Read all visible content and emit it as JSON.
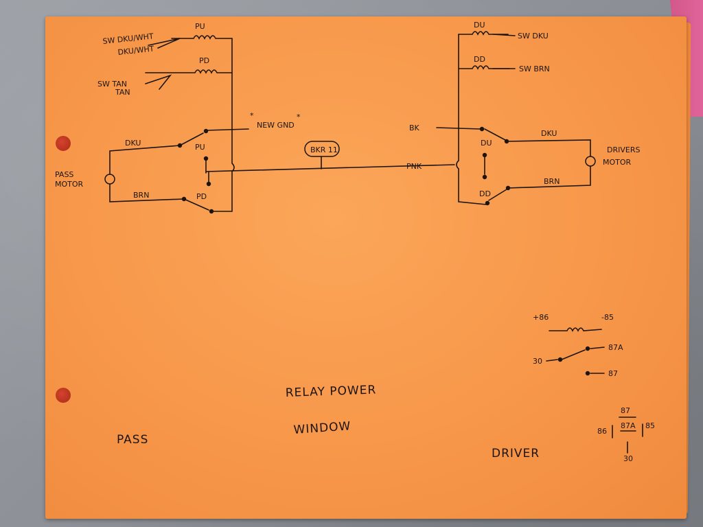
{
  "labels": {
    "pu_top": "PU",
    "sw_dku_wht": "SW DKU/WHT",
    "dku_wht": "DKU/WHT",
    "pd_top": "PD",
    "sw_tan": "SW TAN",
    "tan": "TAN",
    "new_gnd": "NEW GND",
    "dku_pass": "DKU",
    "pu_switch": "PU",
    "pass_motor_1": "PASS",
    "pass_motor_2": "MOTOR",
    "brn_pass": "BRN",
    "pd_switch": "PD",
    "bkr": "BKR 11",
    "pnk": "PNK",
    "bk": "BK",
    "du_top": "DU",
    "sw_dku": "SW DKU",
    "dd_top": "DD",
    "sw_brn": "SW BRN",
    "du_switch": "DU",
    "dku_driver": "DKU",
    "drivers_motor_1": "DRIVERS",
    "drivers_motor_2": "MOTOR",
    "brn_driver": "BRN",
    "dd_switch": "DD",
    "relay_86": "+86",
    "relay_85": "-85",
    "relay_87a": "87A",
    "relay_30": "30",
    "relay_87": "87",
    "pin_87": "87",
    "pin_86": "86",
    "pin_87a": "87A",
    "pin_85": "85",
    "pin_30": "30",
    "relay_power": "RELAY POWER",
    "window": "WINDOW",
    "pass_bottom": "PASS",
    "driver_bottom": "DRIVER"
  },
  "colors": {
    "paper": "#f7974a",
    "ink": "#1c1410",
    "background": "#8d9197",
    "accent_pink": "#e0649a"
  }
}
